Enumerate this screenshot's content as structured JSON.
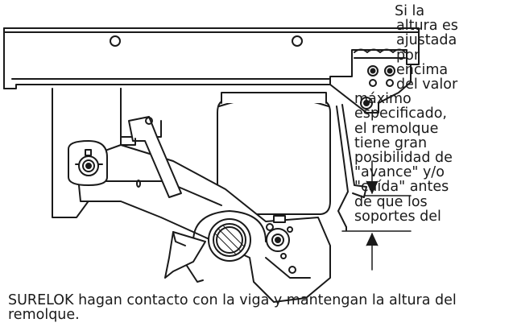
{
  "paragraph": {
    "side_lines": [
      {
        "text": "Si la",
        "indent": 95
      },
      {
        "text": "altura es",
        "indent": 97
      },
      {
        "text": "ajustada",
        "indent": 97
      },
      {
        "text": "por",
        "indent": 97
      },
      {
        "text": "encima",
        "indent": 97
      },
      {
        "text": "del valor",
        "indent": 97
      },
      {
        "text": "máximo",
        "indent": 45
      },
      {
        "text": "especificado,",
        "indent": 45
      },
      {
        "text": "el remolque",
        "indent": 45
      },
      {
        "text": "tiene gran",
        "indent": 45
      },
      {
        "text": "posibilidad de",
        "indent": 45
      },
      {
        "text": "\"avance\" y/o",
        "indent": 45
      },
      {
        "text": "\"caída\" antes",
        "indent": 45
      },
      {
        "text": "de que los",
        "indent": 45
      },
      {
        "text": "soportes del",
        "indent": 45
      }
    ],
    "bottom_lines": [
      "SURELOK hagan contacto con la viga y mantengan la altura del",
      "remolque."
    ]
  }
}
